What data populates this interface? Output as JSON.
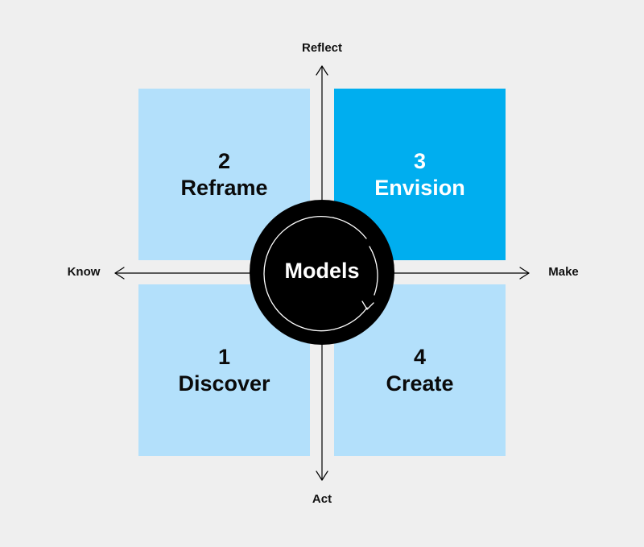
{
  "axes": {
    "top_label": "Reflect",
    "bottom_label": "Act",
    "left_label": "Know",
    "right_label": "Make"
  },
  "quadrants": [
    {
      "number": "2",
      "title": "Reframe",
      "position": "top-left",
      "color": "#b3e0fb"
    },
    {
      "number": "3",
      "title": "Envision",
      "position": "top-right",
      "color": "#00aeef"
    },
    {
      "number": "1",
      "title": "Discover",
      "position": "bottom-left",
      "color": "#b3e0fb"
    },
    {
      "number": "4",
      "title": "Create",
      "position": "bottom-right",
      "color": "#b3e0fb"
    }
  ],
  "center": {
    "label": "Models",
    "icon": "cycle-arrow-icon"
  },
  "colors": {
    "background": "#efefef",
    "light_quadrant": "#b3e0fb",
    "accent_quadrant": "#00aeef",
    "hub": "#000000"
  }
}
